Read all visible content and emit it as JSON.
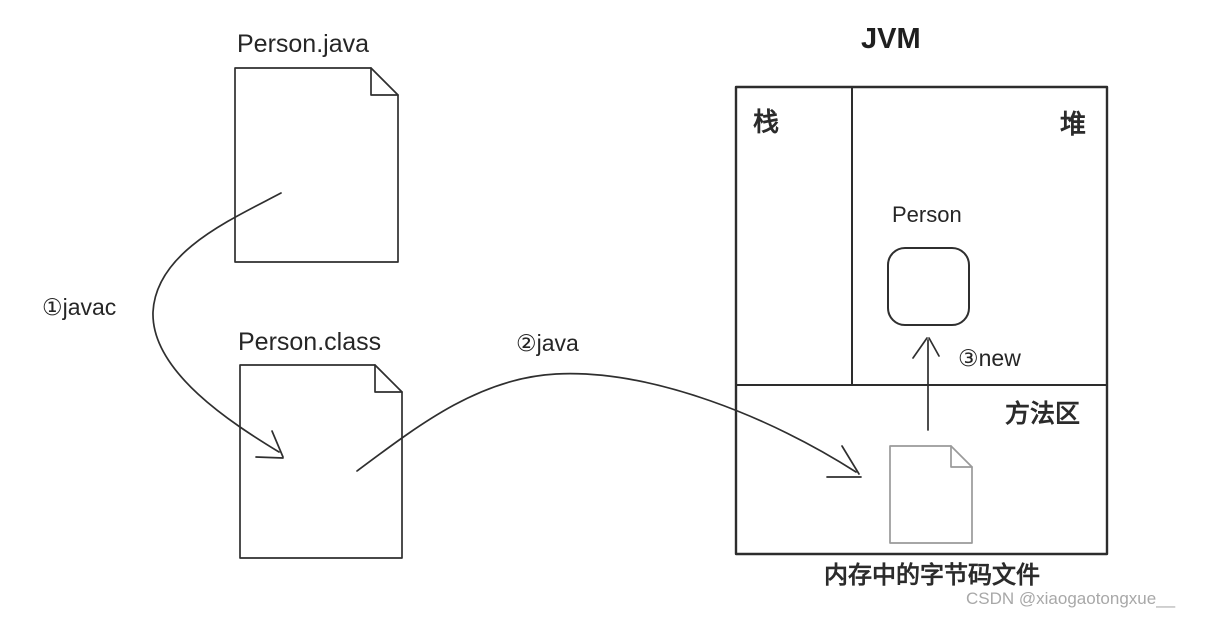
{
  "diagram": {
    "title": "JVM",
    "files": {
      "source": "Person.java",
      "compiled": "Person.class"
    },
    "steps": {
      "compile": "①javac",
      "run": "②java",
      "instantiate": "③new"
    },
    "jvm": {
      "stack": "栈",
      "heap": "堆",
      "method_area": "方法区",
      "heap_object": "Person",
      "bytecode_caption": "内存中的字节码文件"
    },
    "icons": {
      "source_file": "document-icon",
      "compiled_file": "document-icon",
      "bytecode_file": "document-icon-gray"
    },
    "colors": {
      "line": "#2f2f2f",
      "box_border": "#2d2d2d",
      "text": "#262626",
      "doc_gray": "#9a9a9a",
      "watermark": "#a8a8a8",
      "background": "#ffffff"
    },
    "watermark": "CSDN @xiaogaotongxue__"
  }
}
